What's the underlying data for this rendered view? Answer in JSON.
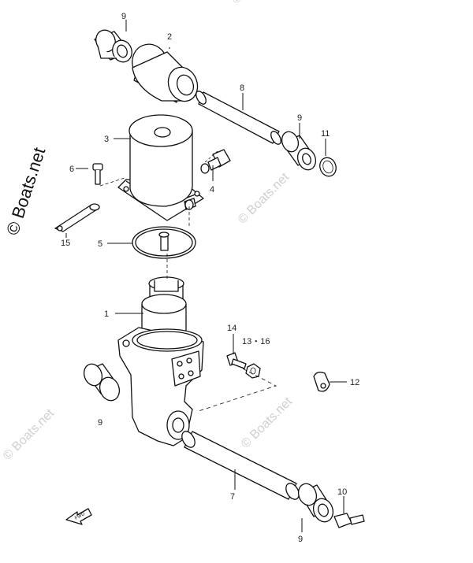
{
  "watermarks": {
    "main": "© Boats.net",
    "faint": "© Boats.net"
  },
  "callouts": {
    "c1": "1",
    "c2": "2",
    "c3": "3",
    "c4": "4",
    "c5": "5",
    "c6": "6",
    "c7": "7",
    "c8": "8",
    "c9_top": "9",
    "c9_mid": "9",
    "c9_left": "9",
    "c9_bottom": "9",
    "c10": "10",
    "c11": "11",
    "c12": "12",
    "c13_16": "13・16",
    "c14": "14",
    "c15": "15"
  },
  "fwd_label": "FWD"
}
